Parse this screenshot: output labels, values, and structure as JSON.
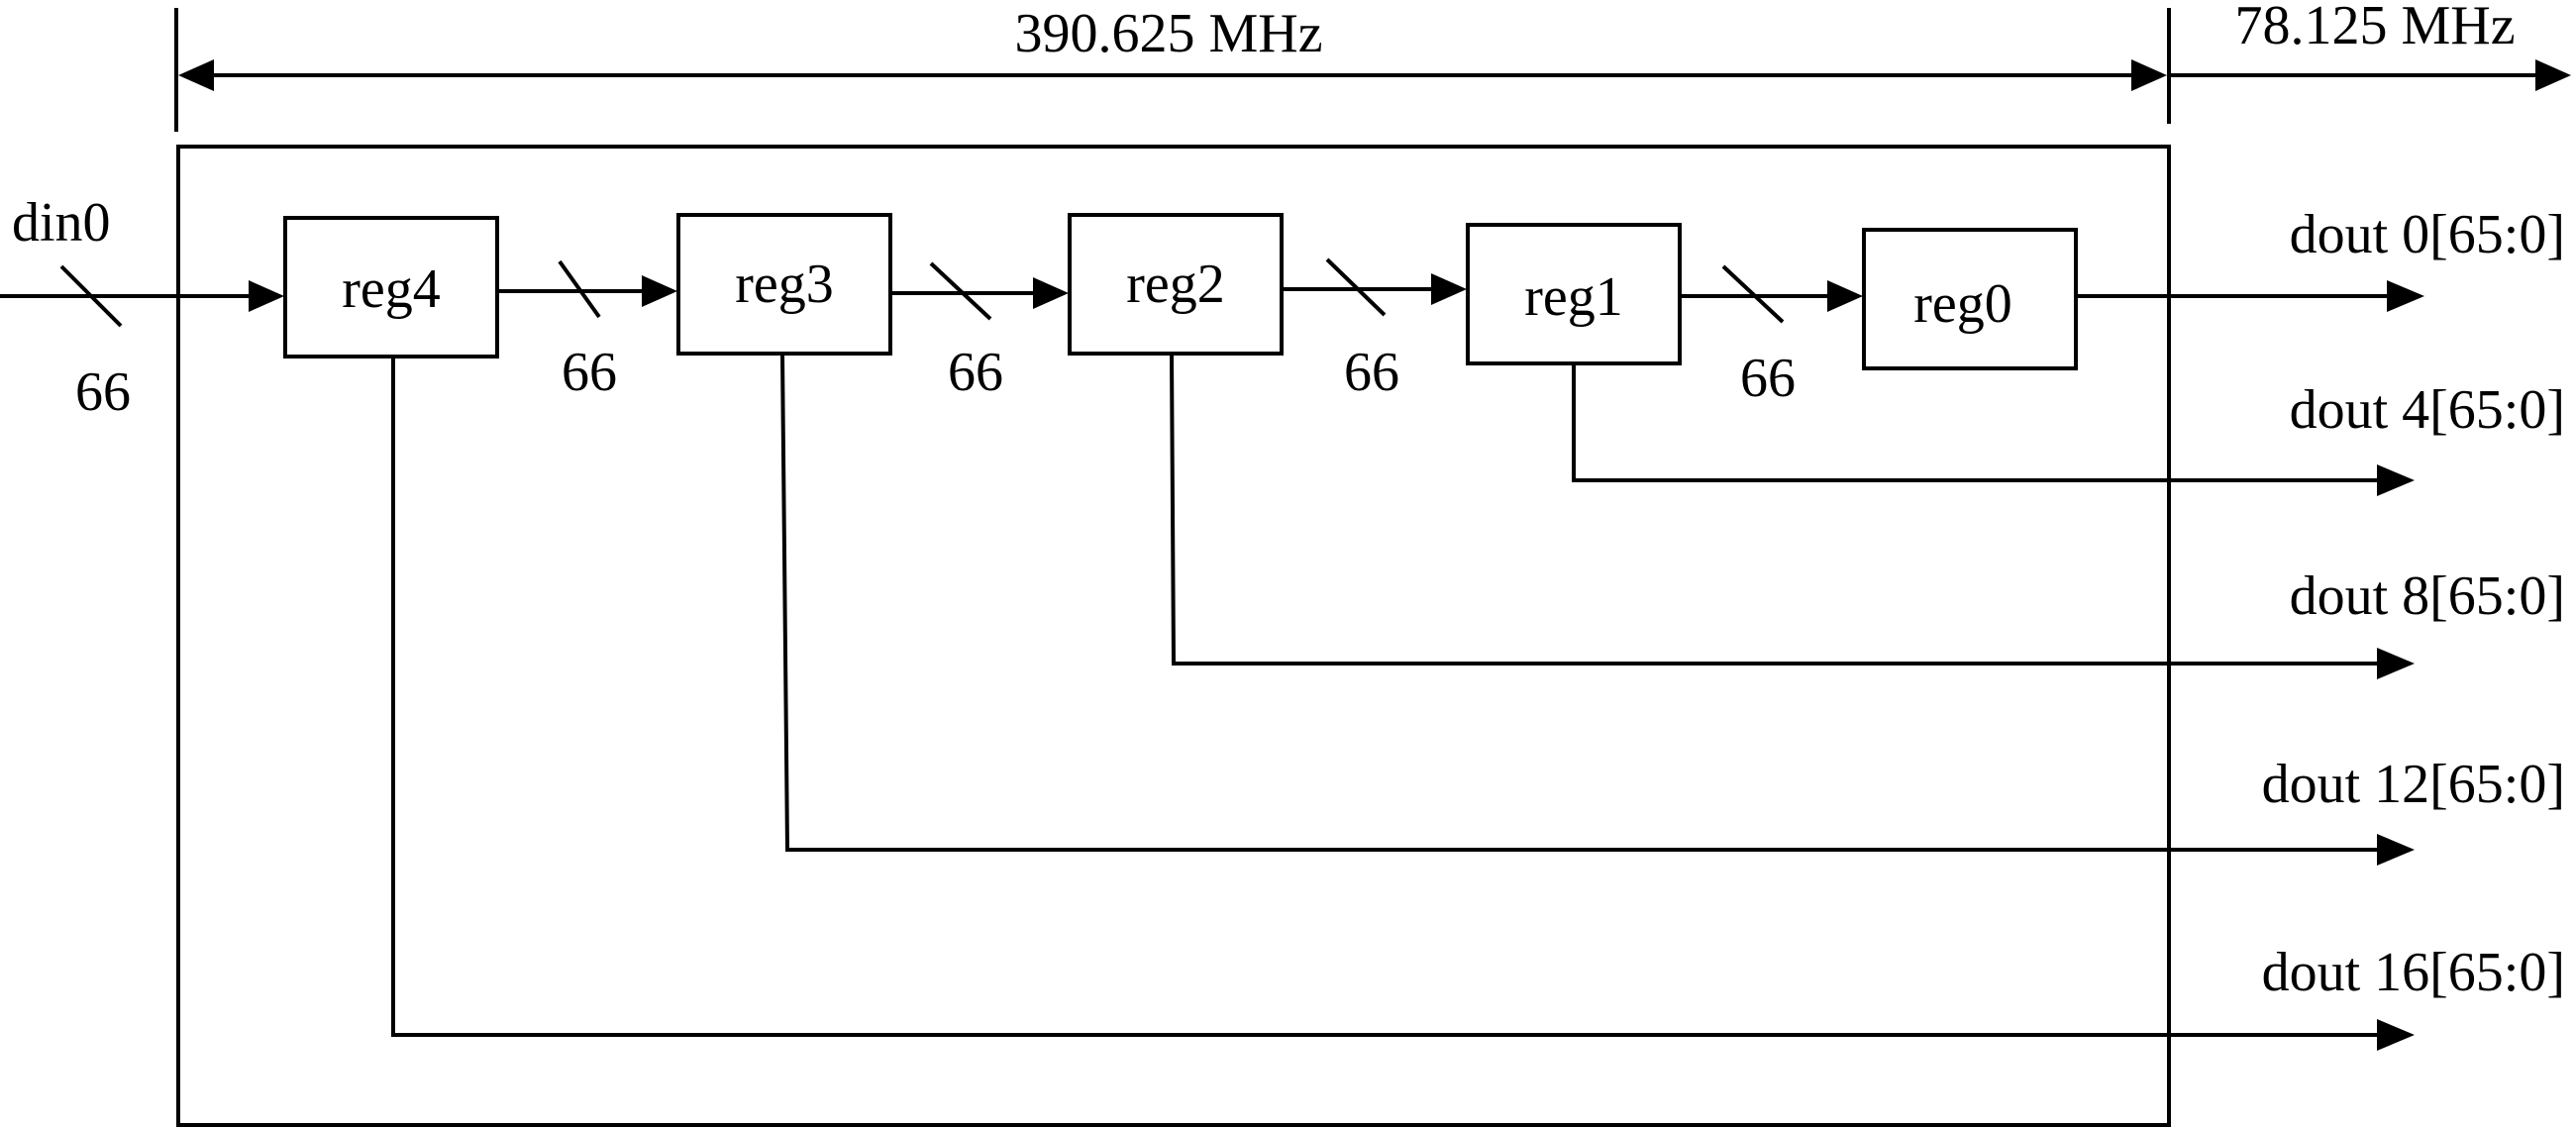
{
  "clock_domains": {
    "fast": "390.625 MHz",
    "slow": "78.125 MHz"
  },
  "input": {
    "name": "din0",
    "width": "66"
  },
  "registers": [
    {
      "label": "reg4"
    },
    {
      "label": "reg3"
    },
    {
      "label": "reg2"
    },
    {
      "label": "reg1"
    },
    {
      "label": "reg0"
    }
  ],
  "bus_widths": [
    "66",
    "66",
    "66",
    "66"
  ],
  "outputs": [
    {
      "label": "dout 0[65:0]"
    },
    {
      "label": "dout 4[65:0]"
    },
    {
      "label": "dout 8[65:0]"
    },
    {
      "label": "dout 12[65:0]"
    },
    {
      "label": "dout 16[65:0]"
    }
  ]
}
